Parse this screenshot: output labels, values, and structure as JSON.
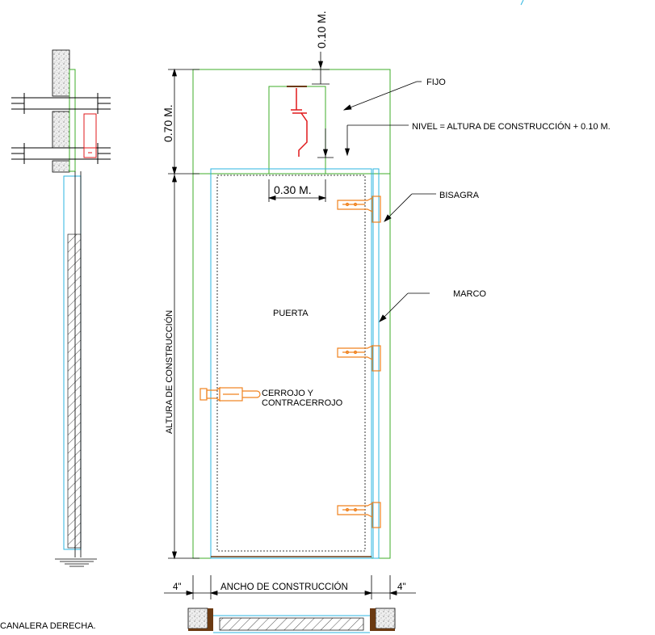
{
  "labels": {
    "dim_top": "0.10 M.",
    "dim_upper": "0.70 M.",
    "dim_latch": "0.30 M.",
    "fijo": "FIJO",
    "nivel": "NIVEL = ALTURA DE CONSTRUCCIÓN + 0.10 M.",
    "bisagra": "BISAGRA",
    "marco": "MARCO",
    "puerta": "PUERTA",
    "altura": "ALTURA DE CONSTRUCCIÓN",
    "cerrojo_1": "CERROJO Y",
    "cerrojo_2": "CONTRACERROJO",
    "ancho": "ANCHO DE CONSTRUCCIÓN",
    "dim_left_4": "4\"",
    "dim_right_4": "4\"",
    "canalera": "CANALERA DERECHA."
  },
  "colors": {
    "green": "#3fae2a",
    "cyan": "#2bb4e0",
    "orange": "#f0821e",
    "red": "#e0191b",
    "brown": "#6b3a12",
    "line": "#000000"
  }
}
